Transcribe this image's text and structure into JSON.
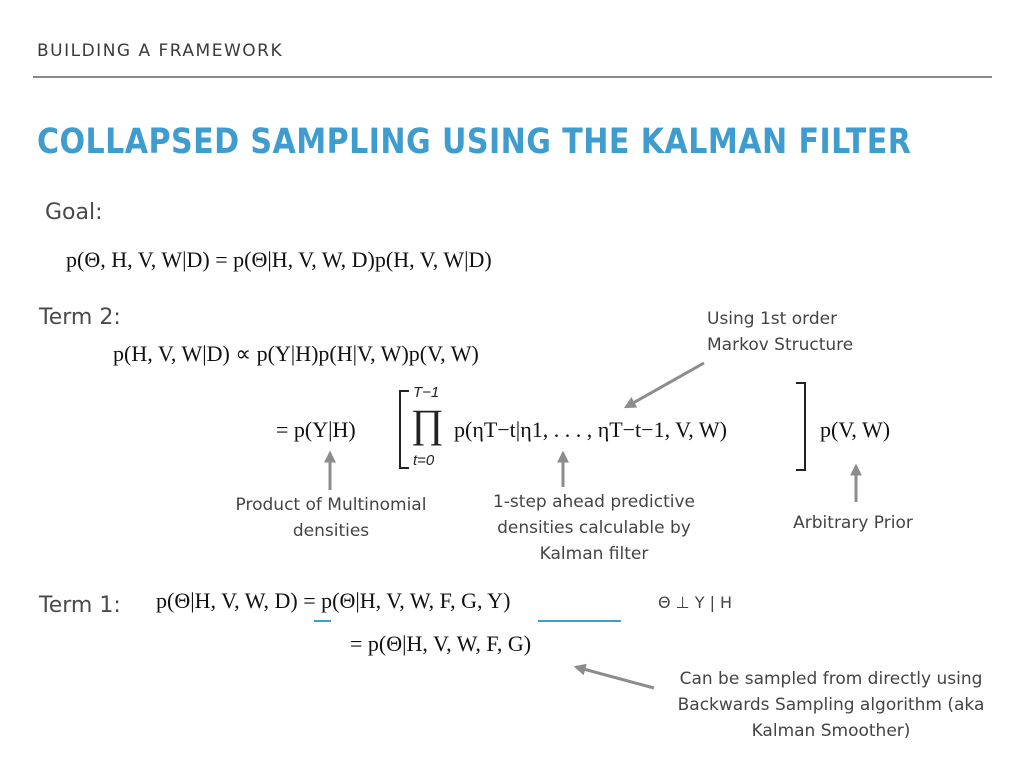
{
  "header": {
    "section": "BUILDING A FRAMEWORK",
    "title": "COLLAPSED SAMPLING USING THE KALMAN FILTER"
  },
  "goal": {
    "label": "Goal:",
    "equation": "p(Θ, H, V, W|D) = p(Θ|H, V, W, D)p(H, V, W|D)"
  },
  "term2": {
    "label": "Term 2:",
    "line1": "p(H, V, W|D) ∝ p(Y|H)p(H|V, W)p(V, W)",
    "line2_left": "= p(Y|H)",
    "product_upper": "T−1",
    "product_lower": "t=0",
    "product_body": "p(ηT−t|η1, . . . , ηT−t−1, V, W)",
    "line2_right": "p(V, W)"
  },
  "term1": {
    "label": "Term 1:",
    "line1": "p(Θ|H, V, W, D) = p(Θ|H, V, W, F, G, Y)",
    "independence": "Θ ⊥ Y | H",
    "line2": "= p(Θ|H, V, W, F, G)"
  },
  "annotations": {
    "markov": "Using 1st order Markov Structure",
    "multinomial": "Product of Multinomial densities",
    "kalman": "1-step ahead predictive densities calculable by Kalman filter",
    "prior": "Arbitrary Prior",
    "smoother": "Can be sampled from directly using Backwards Sampling algorithm (aka Kalman Smoother)"
  },
  "colors": {
    "title": "#3f9ccf",
    "arrow": "#8c8c8c",
    "underline": "#3f9ccf"
  }
}
